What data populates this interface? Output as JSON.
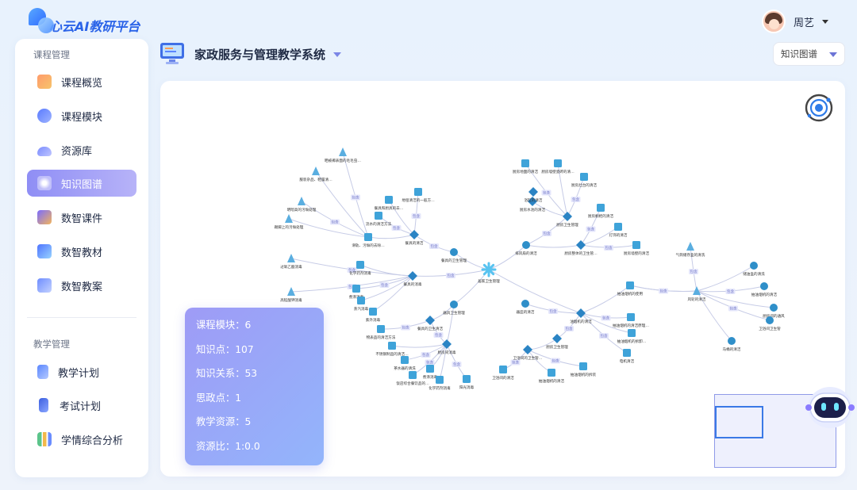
{
  "app": {
    "logo_text": "心云AI教研平台"
  },
  "user": {
    "name": "周艺"
  },
  "sidebar": {
    "groups": [
      {
        "title": "课程管理",
        "items": [
          {
            "label": "课程概览",
            "icon": "course-overview-icon"
          },
          {
            "label": "课程模块",
            "icon": "course-modules-icon"
          },
          {
            "label": "资源库",
            "icon": "resource-library-icon"
          },
          {
            "label": "知识图谱",
            "icon": "knowledge-graph-icon",
            "active": true
          },
          {
            "label": "数智课件",
            "icon": "courseware-icon"
          },
          {
            "label": "数智教材",
            "icon": "textbook-icon"
          },
          {
            "label": "数智教案",
            "icon": "lesson-plan-icon"
          }
        ]
      },
      {
        "title": "教学管理",
        "items": [
          {
            "label": "教学计划",
            "icon": "teaching-plan-icon"
          },
          {
            "label": "考试计划",
            "icon": "exam-plan-icon"
          },
          {
            "label": "学情综合分析",
            "icon": "analysis-icon"
          }
        ]
      }
    ]
  },
  "header": {
    "course_title": "家政服务与管理教学系统",
    "view_select": "知识图谱"
  },
  "stats": {
    "modules": "课程模块：6",
    "knowledge_points": "知识点：107",
    "relations": "知识关系：53",
    "ideology_points": "思政点：1",
    "resources": "教学资源：5",
    "resource_ratio": "资源比：1:0.0"
  },
  "graph": {
    "center_label": "居家卫生管理",
    "colors": {
      "edge": "#c6cbe6",
      "node": "#3d9fd8",
      "edge_label_bg": "#e4e6fb",
      "edge_label_text": "#6a6fc4"
    },
    "labels": [
      "晒被褥表面的毛毛虫…",
      "服装杂品、鞋履清…",
      "明暗高的污垢处理",
      "踢脚上的污垢处理",
      "地毯清洁的一般方…",
      "餐具和厨具的去…",
      "流水的清洁方法",
      "滑轨、污垢的去除…",
      "餐具的清洁",
      "餐具的卫生管理",
      "厨房地面的清洁",
      "厨房墙壁瓷砖的清…",
      "厨房灶台的清洁",
      "厨房水池的清洁",
      "厨房橱柜的清洁",
      "灯饰的清洁",
      "厨房卫生管理",
      "厨房整体的卫生管…",
      "厨房墙壁的清洁",
      "排风扇的清洁",
      "厨房卫生管理",
      "居家卫生管理",
      "过氧乙酸消毒",
      "化学药剂消毒",
      "煮沸消毒",
      "蒸汽消毒",
      "高锰酸钾消毒",
      "紫外消毒",
      "餐具的消毒",
      "器具卫生管理",
      "物表品的清洁方法",
      "餐具的卫生清洁",
      "厨房间消毒",
      "不锈钢制品的清洁…",
      "茶水器的清洗",
      "煮沸消毒",
      "饭店综合餐饮品的…",
      "化学药剂消毒",
      "阳光消毒",
      "器皿的清洁",
      "油烟机的清洁",
      "厨房卫生管理",
      "卫浴间的卫生管…",
      "卫浴间的清洁",
      "抽油烟机的清洁",
      "抽油烟机的拆装",
      "抽油烟机的使用",
      "抽油烟机的清洁原理…",
      "抽油烟机的拆卸…",
      "电机清洁",
      "风轮的清洁",
      "气筒储存盒的清洗",
      "储油盒的清洗",
      "抽油烟机的清洁",
      "厨房间的通风",
      "卫浴间卫生管",
      "马桶的清洁",
      "浴缸的清洁",
      "淋浴间的清洗",
      "卫具的卫生管理",
      "电器清洁",
      "燃气表的清洁"
    ],
    "edge_label": "包含"
  }
}
